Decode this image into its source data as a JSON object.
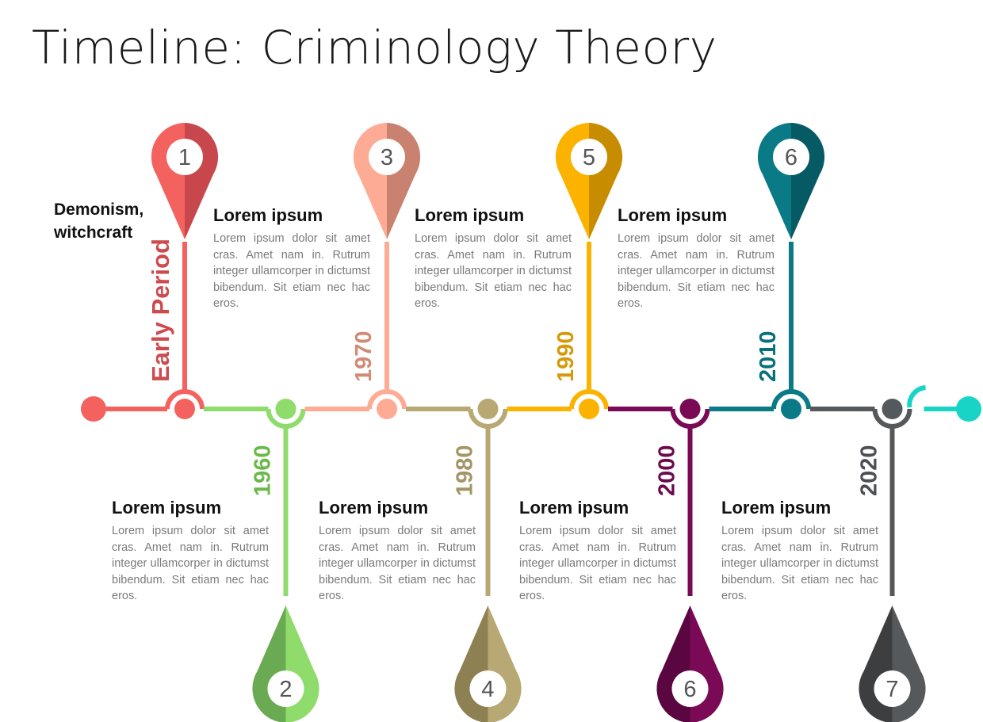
{
  "title": "Timeline: Criminology Theory",
  "side_note": "Demonism, witchcraft",
  "steps": [
    {
      "num": "1",
      "year": "Early Period",
      "heading": "",
      "body": "",
      "color_light": "#f4625f",
      "color_dark": "#c8474c",
      "year_color": "#cd4a4e",
      "pos": "up"
    },
    {
      "num": "2",
      "year": "1960",
      "heading": "Lorem ipsum",
      "body": "Lorem ipsum dolor sit amet cras. Amet nam in. Rutrum integer ullamcorper in dictumst bibendum. Sit etiam nec hac eros.",
      "color_light": "#8fdc6c",
      "color_dark": "#6aaa53",
      "year_color": "#6ab94a",
      "pos": "down"
    },
    {
      "num": "3",
      "year": "1970",
      "heading": "Lorem ipsum",
      "body": "Lorem ipsum dolor sit amet cras. Amet nam in. Rutrum integer ullamcorper in dictumst bibendum. Sit etiam nec hac eros.",
      "color_light": "#fdab94",
      "color_dark": "#c98270",
      "year_color": "#d28a76",
      "pos": "up"
    },
    {
      "num": "4",
      "year": "1980",
      "heading": "Lorem ipsum",
      "body": "Lorem ipsum dolor sit amet cras. Amet nam in. Rutrum integer ullamcorper in dictumst bibendum. Sit etiam nec hac eros.",
      "color_light": "#b7a874",
      "color_dark": "#8d8153",
      "year_color": "#a39566",
      "pos": "down"
    },
    {
      "num": "5",
      "year": "1990",
      "heading": "Lorem ipsum",
      "body": "Lorem ipsum dolor sit amet cras. Amet nam in. Rutrum integer ullamcorper in dictumst bibendum. Sit etiam nec hac eros.",
      "color_light": "#fbb300",
      "color_dark": "#c78c00",
      "year_color": "#d59a0a",
      "pos": "up"
    },
    {
      "num": "6",
      "year": "2000",
      "heading": "Lorem ipsum",
      "body": "Lorem ipsum dolor sit amet cras. Amet nam in. Rutrum integer ullamcorper in dictumst bibendum. Sit etiam nec hac eros.",
      "color_light": "#7a0a56",
      "color_dark": "#5a0640",
      "year_color": "#6b0a4c",
      "pos": "down"
    },
    {
      "num": "6",
      "year": "2010",
      "heading": "Lorem ipsum",
      "body": "Lorem ipsum dolor sit amet cras. Amet nam in. Rutrum integer ullamcorper in dictumst bibendum. Sit etiam nec hac eros.",
      "color_light": "#0a7a87",
      "color_dark": "#055a63",
      "year_color": "#08707c",
      "pos": "up"
    },
    {
      "num": "7",
      "year": "2020",
      "heading": "Lorem ipsum",
      "body": "Lorem ipsum dolor sit amet cras. Amet nam in. Rutrum integer ullamcorper in dictumst bibendum. Sit etiam nec hac eros.",
      "color_light": "#56595c",
      "color_dark": "#3c3e40",
      "year_color": "#4d4f52",
      "pos": "down"
    }
  ],
  "end_left_color": "#f4625f",
  "end_right_color": "#17d4c6"
}
